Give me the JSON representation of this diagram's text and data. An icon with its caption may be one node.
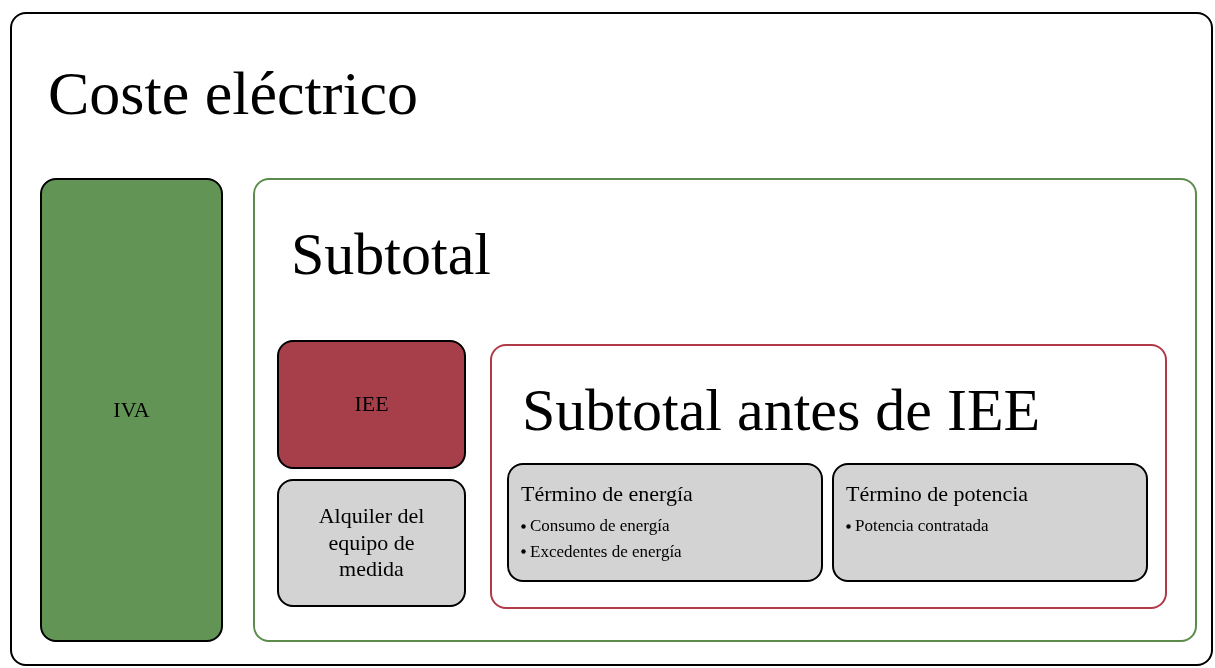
{
  "diagram": {
    "nodes": [
      {
        "text": [
          "Coste eléctrico"
        ]
      },
      {
        "text": [
          "IVA"
        ],
        "in": 0
      },
      {
        "text": [
          "Subtotal"
        ],
        "in": 0
      },
      {
        "text": [
          "IEE"
        ],
        "in": 2
      },
      {
        "text": [
          "Alquiler del equipo de medida"
        ],
        "in": 2
      },
      {
        "text": [
          "Subtotal antes de IEE"
        ],
        "in": 2
      },
      {
        "text": [
          "Término de energía",
          "Consumo de energía",
          "Excedentes de energía"
        ],
        "in": 5
      },
      {
        "text": [
          "Término de potencia",
          "Potencia contratada"
        ],
        "in": 5
      }
    ]
  }
}
